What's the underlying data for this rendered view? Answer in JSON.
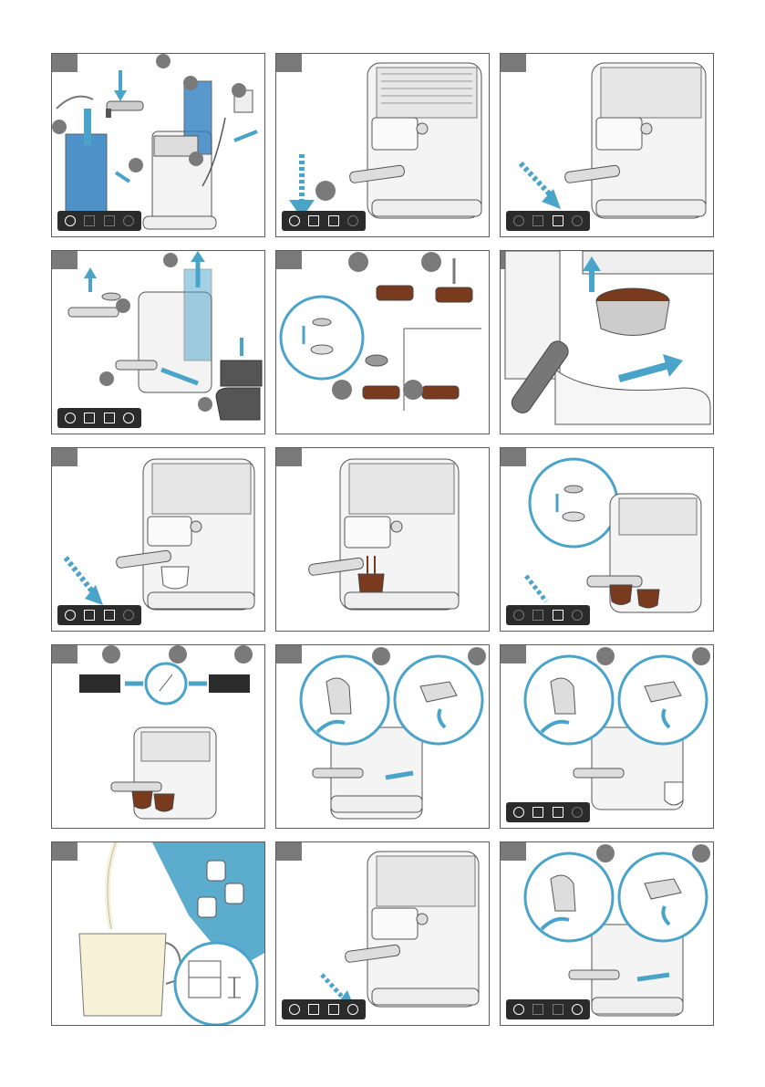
{
  "document": {
    "type": "instruction-illustration-sheet",
    "layout": {
      "rows": 5,
      "columns": 3
    }
  },
  "colors": {
    "accent_blue": "#4aa3c9",
    "water_blue": "#2f7fc0",
    "coffee": "#7a3a1e",
    "frame": "#5a5a5a",
    "tag_gray": "#7a7a7a",
    "control_bar": "#2b2b2b",
    "milk": "#f6f1d7"
  },
  "icons": {
    "power": "power-icon",
    "single_cup": "single-cup-icon",
    "double_cup": "double-cup-icon",
    "steam": "steam-icon",
    "arrow": "arrow-icon"
  },
  "panels": [
    {
      "id": 1,
      "scene": "fill-water-tank-plug-in"
    },
    {
      "id": 2,
      "scene": "press-power-button"
    },
    {
      "id": 3,
      "scene": "press-double-cup-button"
    },
    {
      "id": 4,
      "scene": "remove-parts-for-cleaning"
    },
    {
      "id": 5,
      "scene": "fill-and-tamp-coffee"
    },
    {
      "id": 6,
      "scene": "insert-portafilter"
    },
    {
      "id": 7,
      "scene": "brew-single-cup"
    },
    {
      "id": 8,
      "scene": "single-cup-brewing"
    },
    {
      "id": 9,
      "scene": "brew-double-cup"
    },
    {
      "id": 10,
      "scene": "program-cup-volume"
    },
    {
      "id": 11,
      "scene": "steam-knob-open"
    },
    {
      "id": 12,
      "scene": "steam-knob-close"
    },
    {
      "id": 13,
      "scene": "froth-milk-level"
    },
    {
      "id": 14,
      "scene": "press-steam-button"
    },
    {
      "id": 15,
      "scene": "steam-wand-clean"
    }
  ]
}
